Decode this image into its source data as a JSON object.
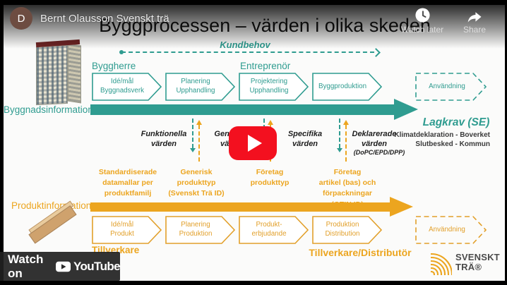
{
  "player": {
    "channel_initial": "D",
    "video_title": "Bernt Olausson Svenskt trä",
    "watch_later_label": "Watch later",
    "share_label": "Share",
    "watch_on_label": "Watch on",
    "youtube_wordmark": "YouTube"
  },
  "colors": {
    "teal": "#2F9C90",
    "orange": "#ECA51F",
    "youtube_red": "#F3101F",
    "avatar_brown": "#6D4C41"
  },
  "slide": {
    "title": "Byggprocessen – värden i olika skeden",
    "kundbehov_label": "Kundbehov",
    "byggherre_label": "Byggherre",
    "entreprenor_label": "Entreprenör",
    "byggnadsinformation_label": "Byggnadsinformation",
    "produktinformation_label": "Produktinformation",
    "top_chevrons": [
      "Idé/mål\nByggnadsverk",
      "Planering\nUpphandling",
      "Projektering\nUpphandling",
      "Byggproduktion",
      "Användning"
    ],
    "bottom_chevrons": [
      "Idé/mål\nProdukt",
      "Planering\nProduktion",
      "Produkt-\nerbjudande",
      "Produktion\nDistribution",
      "Användning"
    ],
    "value_labels": [
      "Funktionella\nvärden",
      "Generiska\nvärden",
      "Specifika\nvärden",
      "Deklarerade\nvärden"
    ],
    "value_sub": "(DoPC/EPD/DPP)",
    "orange_labels": [
      "Standardiserade\ndatamallar per\nproduktfamilj",
      "Generisk\nprodukttyp\n(Svenskt Trä ID)",
      "Företag\nprodukttyp",
      "Företag\nartikel (bas) och\nförpackningar\n(GTIN ID)"
    ],
    "lagkrav_title": "Lagkrav (SE)",
    "lagkrav_lines": "Klimatdeklaration - Boverket\nSlutbesked - Kommun",
    "tillverkare_label": "Tillverkare",
    "tillverkare_distributor_label": "Tillverkare/Distributör",
    "logo_text": "SVENSKT\nTRÄ®"
  }
}
